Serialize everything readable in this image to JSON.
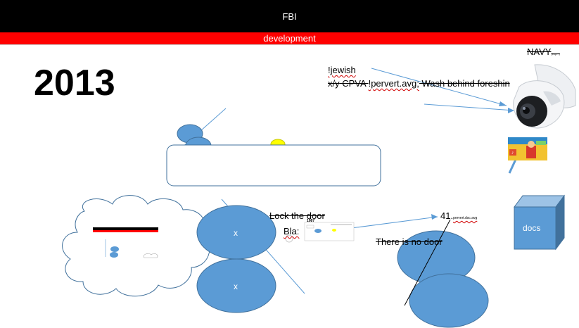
{
  "header": {
    "title": "FBI",
    "subtitle": "development"
  },
  "year": "2013",
  "notes": {
    "jewish": "!jewish",
    "line2_prefix": "x/y",
    "line2_middle": " CPVA ",
    "line2_file": "!pervert.avg;",
    "line2_suffix": " Wash behind foreshin",
    "navy": "NAVY",
    "navy_sub": "(imp...)",
    "lock_door": "Lock the door",
    "bla": "Bla:",
    "no_door": "There is no door",
    "count": "41.",
    "count_file": "pervert.dsc.avg",
    "mini_year": "1987"
  },
  "shapes": {
    "ellipse_x1": "x",
    "ellipse_x2": "x",
    "docs_box": "docs"
  },
  "colors": {
    "accent_blue": "#5b9bd5",
    "dark_blue": "#41719c",
    "brand_red": "#ff0000",
    "header_black": "#000000"
  }
}
